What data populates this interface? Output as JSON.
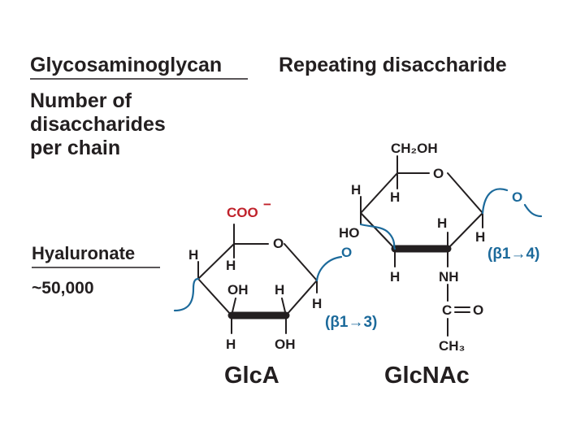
{
  "header": {
    "col1": "Glycosaminoglycan",
    "col2": "Repeating disaccharide",
    "sub_line1": "Number of",
    "sub_line2": "disaccharides",
    "sub_line3": "per chain"
  },
  "row": {
    "name": "Hyaluronate",
    "count": "~50,000"
  },
  "glca": {
    "label": "GlcA",
    "coo": "COO",
    "charge": "−",
    "ring_o": "O",
    "h_c4": "H",
    "h_c5": "H",
    "oh_c3": "OH",
    "h_c2": "H",
    "h_c1": "H",
    "h_c4_down": "H",
    "oh_c2": "OH"
  },
  "glcnac": {
    "label": "GlcNAc",
    "ch2oh": "CH₂OH",
    "ring_o": "O",
    "h_c4": "H",
    "h_c5": "H",
    "ho_c3": "HO",
    "h_c2": "H",
    "h_c1": "H",
    "h_c3": "H",
    "nh": "NH",
    "c": "C",
    "o_carbonyl": "O",
    "ch3": "CH₃"
  },
  "linkages": {
    "bond1_o": "O",
    "bond1_label": "(β1→3)",
    "bond2_o": "O",
    "bond2_label": "(β1→4)"
  },
  "colors": {
    "text": "#231f20",
    "carboxylate": "#c0222b",
    "glycosidic": "#1c6a9b"
  }
}
